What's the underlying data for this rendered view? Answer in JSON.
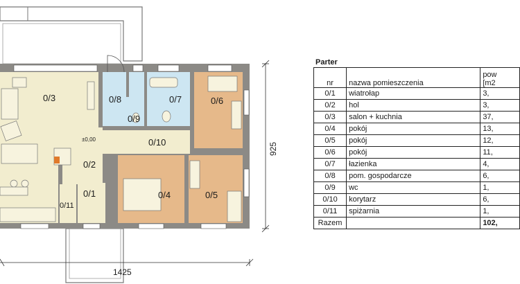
{
  "dimensions": {
    "width": "1425",
    "depth": "925"
  },
  "table": {
    "title": "Parter",
    "headers": {
      "nr": "nr",
      "name": "nazwa pomieszczenia",
      "area_top": "pow",
      "area_unit": "[m2"
    },
    "rows": [
      {
        "nr": "0/1",
        "name": "wiatrołap",
        "area": "3,"
      },
      {
        "nr": "0/2",
        "name": "hol",
        "area": "3,"
      },
      {
        "nr": "0/3",
        "name": "salon + kuchnia",
        "area": "37,"
      },
      {
        "nr": "0/4",
        "name": "pokój",
        "area": "13,"
      },
      {
        "nr": "0/5",
        "name": "pokój",
        "area": "12,"
      },
      {
        "nr": "0/6",
        "name": "pokój",
        "area": "11,"
      },
      {
        "nr": "0/7",
        "name": "łazienka",
        "area": "4,"
      },
      {
        "nr": "0/8",
        "name": "pom. gospodarcze",
        "area": "6,"
      },
      {
        "nr": "0/9",
        "name": "wc",
        "area": "1,"
      },
      {
        "nr": "0/10",
        "name": "korytarz",
        "area": "6,"
      },
      {
        "nr": "0/11",
        "name": "spiżarnia",
        "area": "1,"
      }
    ],
    "total": {
      "label": "Razem",
      "area": "102,"
    }
  },
  "plan": {
    "rooms": {
      "r1": "0/1",
      "r2": "0/2",
      "r3": "0/3",
      "r4": "0/4",
      "r5": "0/5",
      "r6": "0/6",
      "r7": "0/7",
      "r8": "0/8",
      "r9": "0/9",
      "r10": "0/10",
      "r11": "0/11"
    },
    "level_mark": "±0,00"
  },
  "colors": {
    "living": "#f2edcf",
    "bedroom": "#e6b98a",
    "wet": "#cde6f2",
    "terrace": "#ffffff",
    "wall": "#8c8a86",
    "outline": "#555555"
  }
}
